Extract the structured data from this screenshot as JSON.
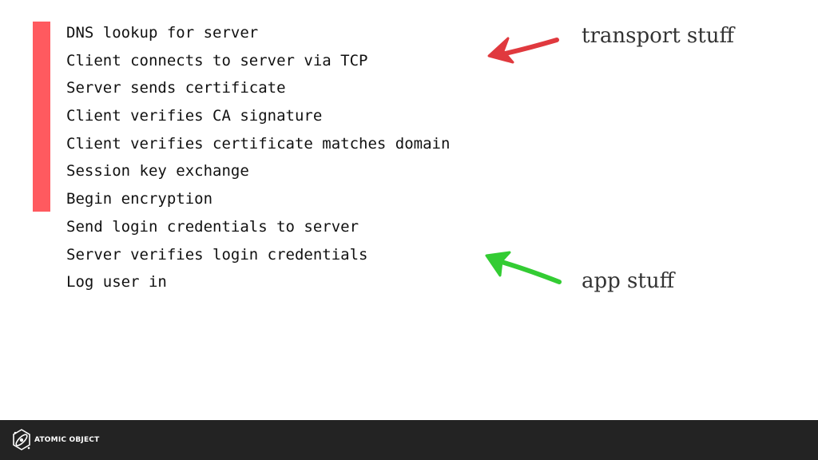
{
  "slide": {
    "steps": [
      "DNS lookup for server",
      "Client connects to server via TCP",
      "Server sends certificate",
      "Client verifies CA signature",
      "Client verifies certificate matches domain",
      "Session key exchange",
      "Begin encryption",
      "Send login credentials to server",
      "Server verifies login credentials",
      "Log user in"
    ],
    "annotations": {
      "transport": "transport stuff",
      "app": "app stuff"
    }
  },
  "footer": {
    "brand": "ATOMIC OBJECT",
    "logo_icon": "atom-icon"
  },
  "colors": {
    "bar": "#ff5a5f",
    "transport_arrow": "#e0393e",
    "app_arrow": "#33cc33",
    "footer_bg": "#232323"
  }
}
